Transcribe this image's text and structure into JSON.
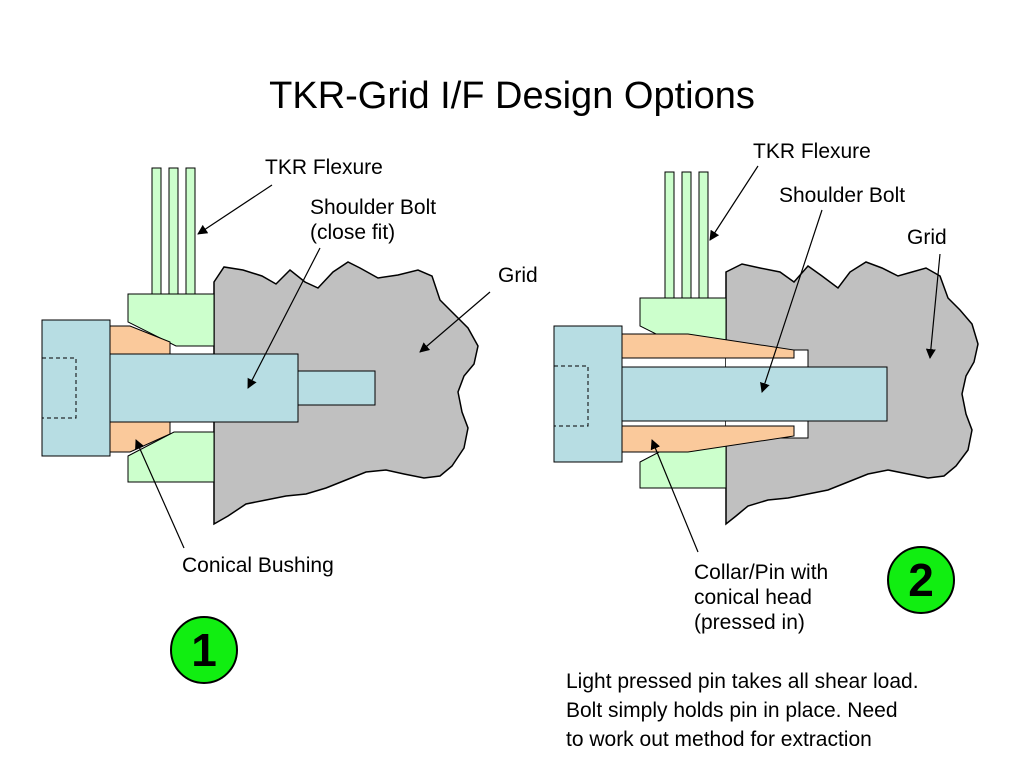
{
  "title": "TKR-Grid I/F Design Options",
  "option1": {
    "labels": {
      "flexure": "TKR Flexure",
      "bolt": "Shoulder Bolt\n(close fit)",
      "grid": "Grid",
      "bushing": "Conical Bushing"
    },
    "number": "1"
  },
  "option2": {
    "labels": {
      "flexure": "TKR Flexure",
      "bolt": "Shoulder Bolt",
      "grid": "Grid",
      "collar": "Collar/Pin with\nconical head\n(pressed in)"
    },
    "number": "2",
    "note": "Light pressed pin takes all shear load.\nBolt simply holds pin in place.  Need\nto work out method for extraction"
  },
  "colors": {
    "grid": "#c0c0c0",
    "flexure": "#ccffcc",
    "bolt": "#b7dde3",
    "bushing": "#fac99b",
    "badge": "#11ee11"
  }
}
